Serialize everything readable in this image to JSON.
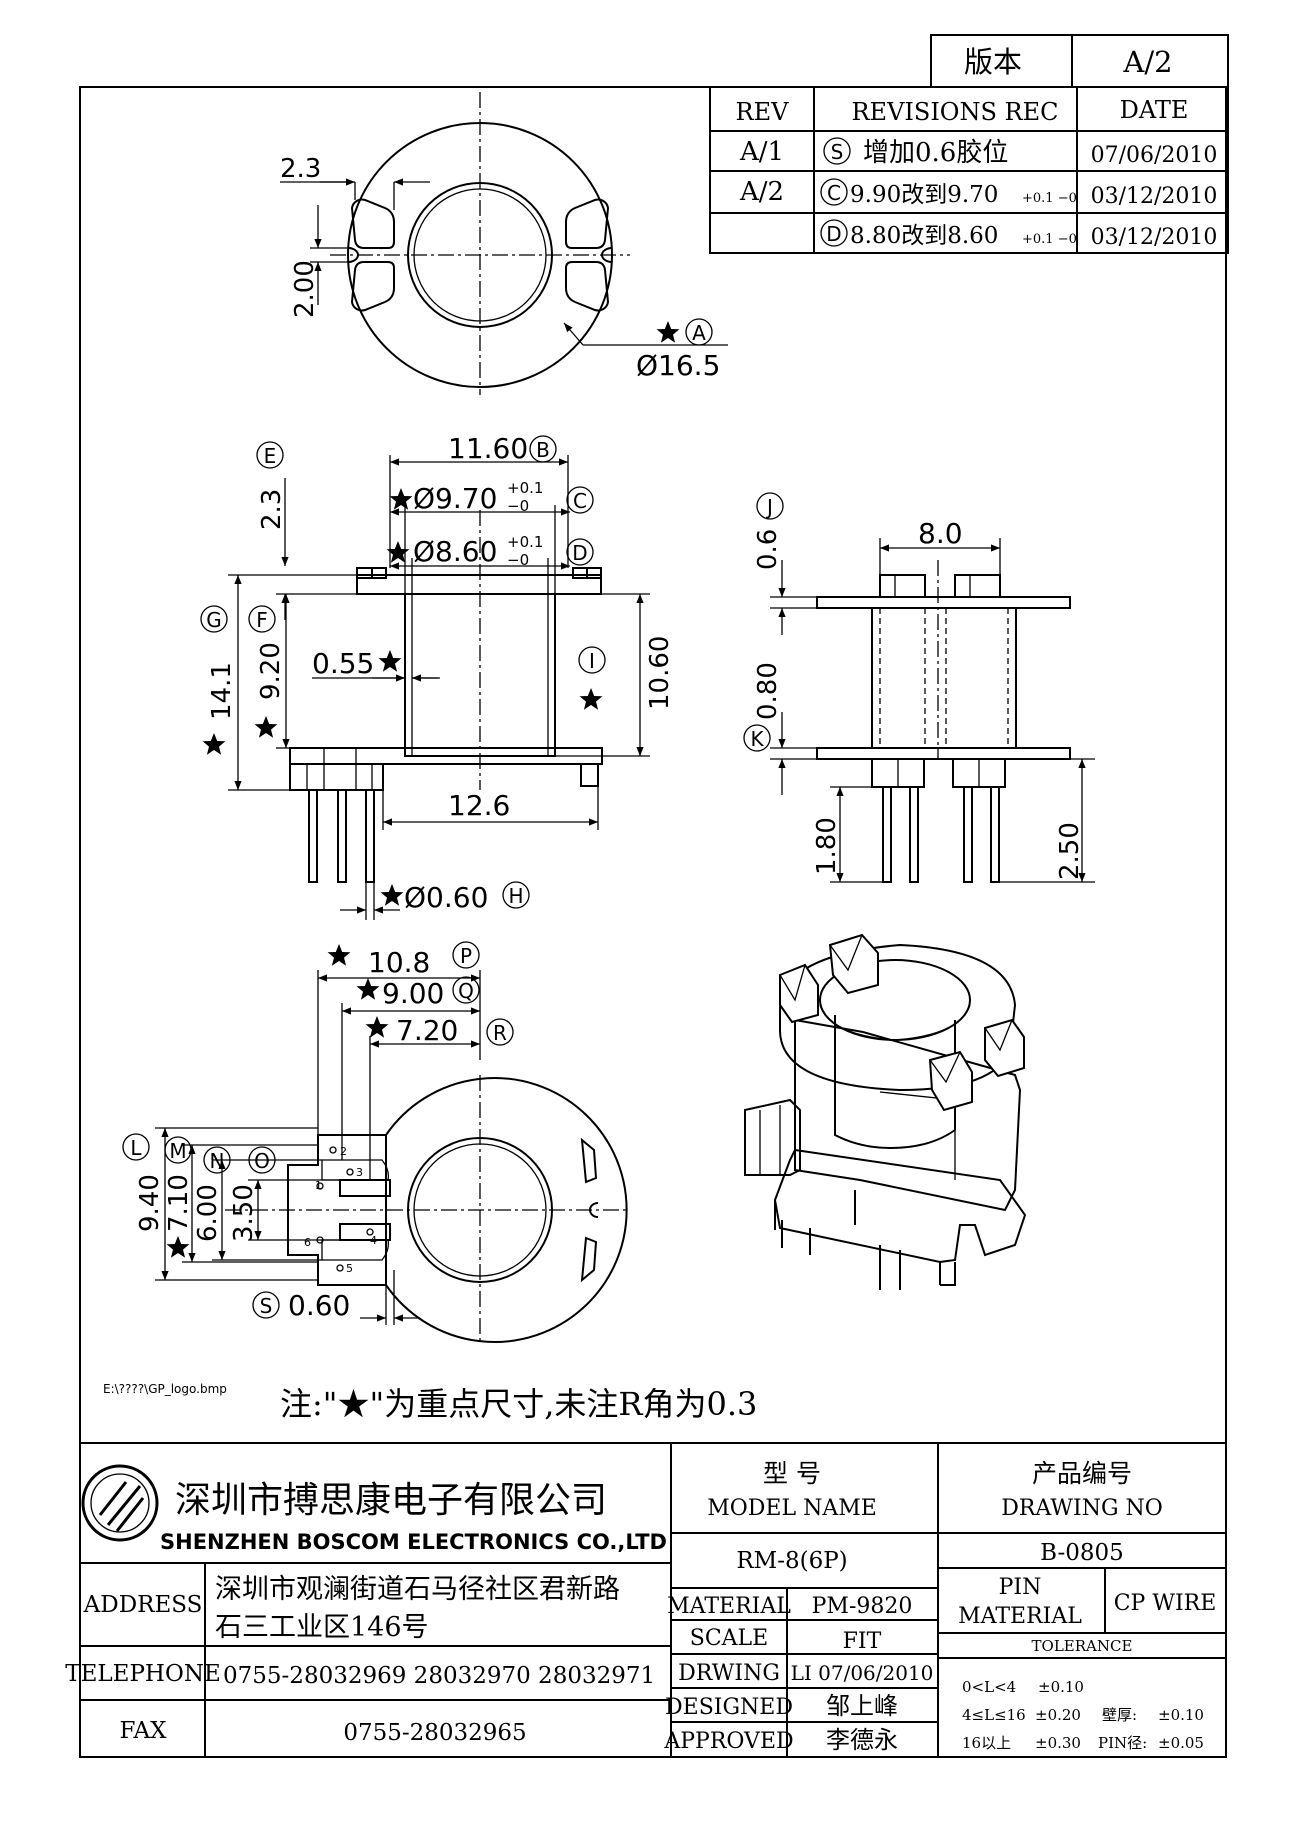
{
  "version_box": {
    "label": "版本",
    "value": "A/2"
  },
  "revisions": {
    "headers": {
      "rev": "REV",
      "rec": "REVISIONS REC",
      "date": "DATE"
    },
    "rows": [
      {
        "rev": "A/1",
        "tag": "S",
        "text": "增加0.6胶位",
        "tol": "",
        "date": "07/06/2010"
      },
      {
        "rev": "A/2",
        "tag": "C",
        "text": "9.90改到9.70",
        "tol": "+0.1 −0",
        "date": "03/12/2010"
      },
      {
        "rev": "",
        "tag": "D",
        "text": "8.80改到8.60",
        "tol": "+0.1 −0",
        "date": "03/12/2010"
      }
    ]
  },
  "dimensions": {
    "top_2_3": "2.3",
    "top_2_00": "2.00",
    "dia_16_5": "Ø16.5",
    "dim_11_60": "11.60",
    "dim_9_70": "Ø9.70",
    "dim_8_60": "Ø8.60",
    "tol_up": "+0.1",
    "tol_dn": "−0",
    "dim_2_3_side": "2.3",
    "dim_14_1": "14.1",
    "dim_9_20": "9.20",
    "dim_0_55": "0.55",
    "dim_10_60": "10.60",
    "dim_12_6": "12.6",
    "dim_0_60_pin": "Ø0.60",
    "dim_8_0": "8.0",
    "dim_0_6": "0.6",
    "dim_0_80": "0.80",
    "dim_1_80": "1.80",
    "dim_2_50": "2.50",
    "dim_10_8": "10.8",
    "dim_9_00": "9.00",
    "dim_7_20": "7.20",
    "dim_9_40": "9.40",
    "dim_7_10": "7.10",
    "dim_6_00": "6.00",
    "dim_3_50": "3.50",
    "dim_0_60_bottom": "0.60"
  },
  "markers": {
    "A": "A",
    "B": "B",
    "C": "C",
    "D": "D",
    "E": "E",
    "F": "F",
    "G": "G",
    "H": "H",
    "I": "I",
    "J": "J",
    "K": "K",
    "L": "L",
    "M": "M",
    "N": "N",
    "O": "O",
    "P": "P",
    "Q": "Q",
    "R": "R",
    "S": "S"
  },
  "pins": [
    "1",
    "2",
    "3",
    "4",
    "5",
    "6"
  ],
  "logo_path": "E:\\????\\GP_logo.bmp",
  "note": "注:\"★\"为重点尺寸,未注R角为0.3",
  "company": {
    "name_cn": "深圳市搏思康电子有限公司",
    "name_en": "SHENZHEN BOSCOM ELECTRONICS CO.,LTD"
  },
  "title_block": {
    "model_name_cn": "型      号",
    "model_name_en": "MODEL NAME",
    "model_value": "RM-8(6P)",
    "drawing_no_cn": "产品编号",
    "drawing_no_en": "DRAWING NO",
    "drawing_no_value": "B-0805",
    "address_label": "ADDRESS",
    "address_line1": "深圳市观澜街道石马径社区君新路",
    "address_line2": "石三工业区146号",
    "telephone_label": "TELEPHONE",
    "telephone_value": "0755-28032969  28032970  28032971",
    "fax_label": "FAX",
    "fax_value": "0755-28032965",
    "material_label": "MATERIAL",
    "material_value": "PM-9820",
    "scale_label": "SCALE",
    "scale_value": "FIT",
    "drwing_label": "DRWING",
    "drwing_value": "LI 07/06/2010",
    "designed_label": "DESIGNED",
    "designed_value": "邹上峰",
    "approved_label": "APPROVED",
    "approved_value": "李德永",
    "pin_material_label_1": "PIN",
    "pin_material_label_2": "MATERIAL",
    "pin_material_value": "CP WIRE",
    "tolerance_label": "TOLERANCE",
    "tol_row1_range": "0<L<4",
    "tol_row1_value": "±0.10",
    "tol_row2_range": "4≤L≤16",
    "tol_row2_value": "±0.20",
    "tol_row2_wall_label": "壁厚:",
    "tol_row2_wall_value": "±0.10",
    "tol_row3_range": "16以上",
    "tol_row3_value": "±0.30",
    "tol_row3_pin_label": "PIN径:",
    "tol_row3_pin_value": "±0.05"
  }
}
